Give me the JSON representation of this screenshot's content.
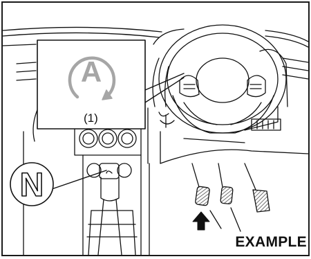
{
  "callout_label": "(1)",
  "auto_hold_symbol": "A",
  "gear_symbol": "N",
  "example_label": "EXAMPLE",
  "colors": {
    "line": "#111111",
    "symbol_grey": "#a6a6a6",
    "hatch": "#333333"
  }
}
